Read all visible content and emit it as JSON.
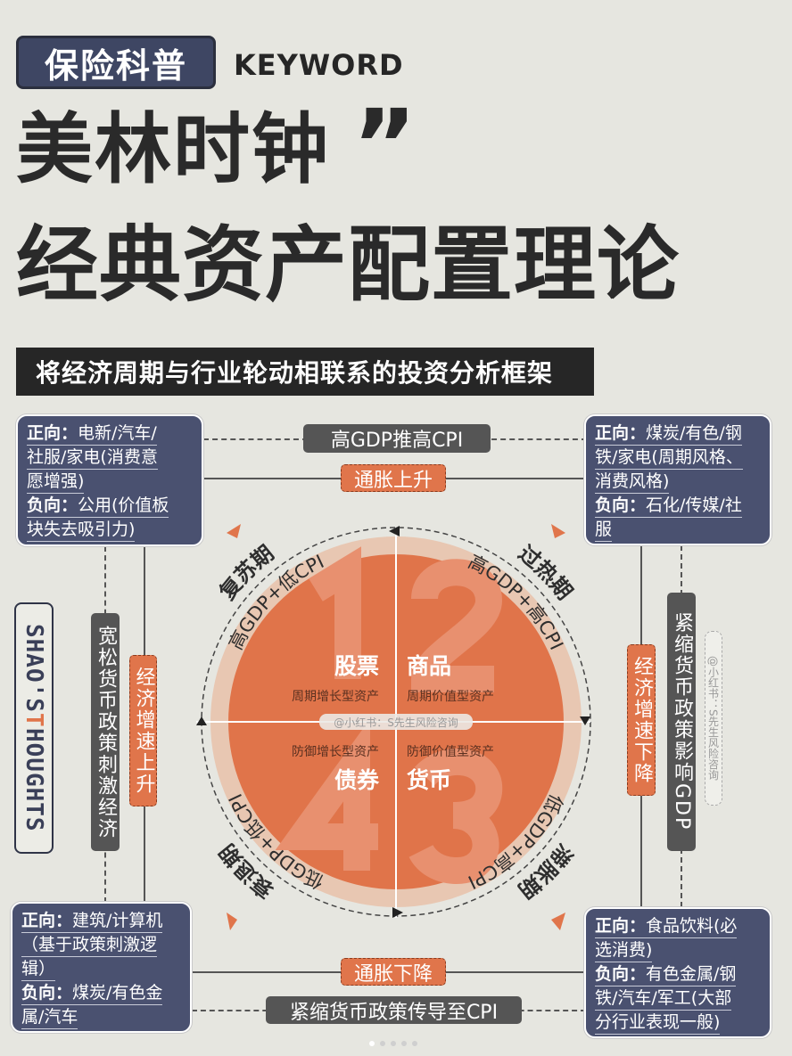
{
  "header": {
    "badge": "保险科普",
    "keyword": "KEYWORD",
    "title_line1": "美林时钟",
    "quote_mark": "”",
    "title_line2": "经典资产配置理论",
    "subtitle": "将经济周期与行业轮动相联系的投资分析框架"
  },
  "boxes": {
    "top_left": {
      "lines": [
        [
          "正向：",
          "电新/汽车/"
        ],
        [
          "",
          "社服/家电(消费意"
        ],
        [
          "",
          "愿增强)"
        ],
        [
          "负向：",
          "公用(价值板"
        ],
        [
          "",
          "块失去吸引力)"
        ]
      ]
    },
    "top_right": {
      "lines": [
        [
          "正向：",
          "煤炭/有色/钢"
        ],
        [
          "",
          "铁/家电(周期风格、"
        ],
        [
          "",
          "消费风格)"
        ],
        [
          "负向：",
          "石化/传媒/社"
        ],
        [
          "",
          "服"
        ]
      ]
    },
    "bottom_left": {
      "lines": [
        [
          "正向：",
          "建筑/计算机"
        ],
        [
          "",
          "（基于政策刺激逻"
        ],
        [
          "",
          "辑）"
        ],
        [
          "负向：",
          "煤炭/有色金"
        ],
        [
          "",
          "属/汽车"
        ]
      ]
    },
    "bottom_right": {
      "lines": [
        [
          "正向：",
          "食品饮料(必"
        ],
        [
          "",
          "选消费)"
        ],
        [
          "负向：",
          "有色金属/钢"
        ],
        [
          "",
          "铁/汽车/军工(大部"
        ],
        [
          "",
          "分行业表现一般)"
        ]
      ]
    }
  },
  "connectors": {
    "top_dark": "高GDP推高CPI",
    "top_orange": "通胀上升",
    "bottom_orange": "通胀下降",
    "bottom_dark": "紧缩货币政策传导至CPI",
    "left_dark": "宽松货币政策刺激经济",
    "left_orange": "经济增速上升",
    "right_orange": "经济增速下降",
    "right_dark": "紧缩货币政策影响GDP"
  },
  "clock": {
    "phases": [
      "复苏期",
      "过热期",
      "滞胀期",
      "衰退期"
    ],
    "conditions": [
      "高GDP+低CPI",
      "高GDP+高CPI",
      "低GDP+高CPI",
      "低GDP+低CPI"
    ],
    "quadrants": [
      {
        "number": "1",
        "asset": "股票",
        "type": "周期增长型资产"
      },
      {
        "number": "2",
        "asset": "商品",
        "type": "周期价值型资产"
      },
      {
        "number": "3",
        "asset": "货币",
        "type": "防御价值型资产"
      },
      {
        "number": "4",
        "asset": "债券",
        "type": "防御增长型资产"
      }
    ],
    "watermark": "@小红书：S先生风险咨询"
  },
  "side_watermark": "@小红书：S先生风险咨询",
  "logo": {
    "part1": "SHAO'S ",
    "part2": "T",
    "part3": "HOUGHTS"
  },
  "colors": {
    "navy": "#4a5170",
    "orange": "#e0754b",
    "dark": "#555555",
    "background": "#e6e6e0"
  },
  "pagination": {
    "pages": 5,
    "current": 1
  }
}
